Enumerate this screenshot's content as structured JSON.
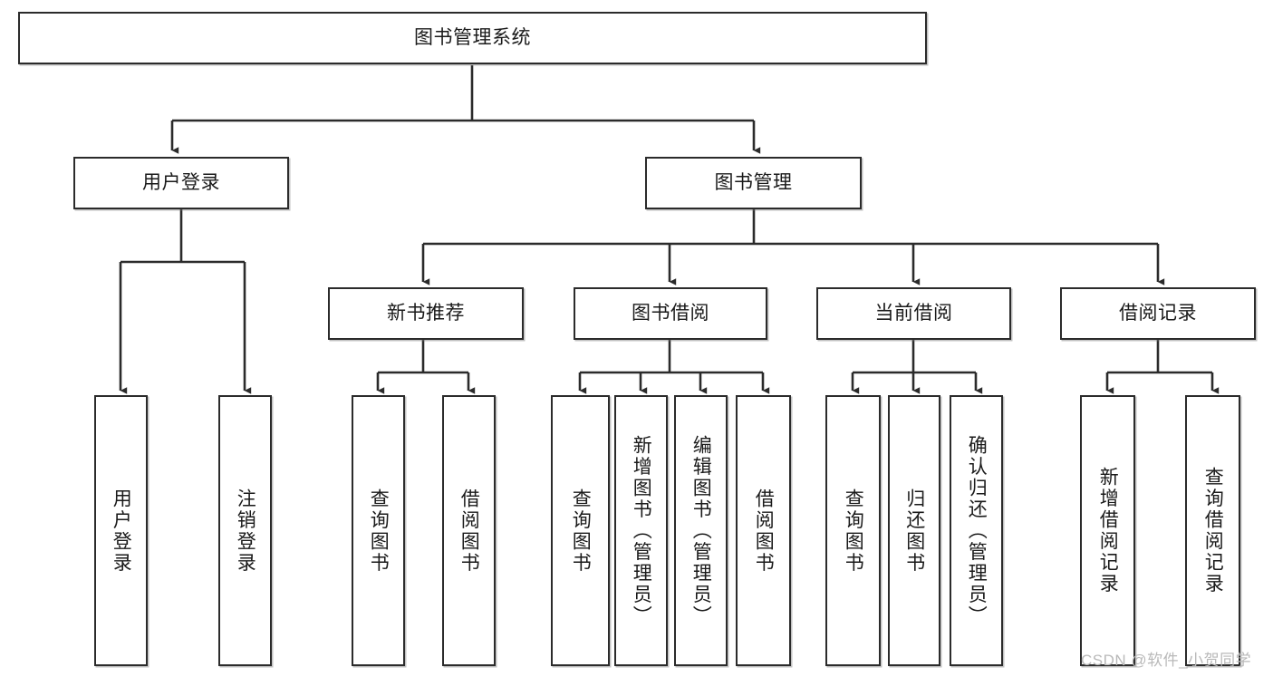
{
  "diagram": {
    "type": "hierarchy-tree",
    "title": "图书管理系统",
    "levels": 4,
    "root": {
      "id": "root",
      "label": "图书管理系统",
      "orientation": "horizontal"
    },
    "level2": [
      {
        "id": "user-login",
        "label": "用户登录",
        "orientation": "horizontal"
      },
      {
        "id": "book-management",
        "label": "图书管理",
        "orientation": "horizontal"
      }
    ],
    "level3": [
      {
        "id": "new-book-recommend",
        "label": "新书推荐",
        "orientation": "horizontal",
        "parent": "book-management"
      },
      {
        "id": "book-borrow",
        "label": "图书借阅",
        "orientation": "horizontal",
        "parent": "book-management"
      },
      {
        "id": "current-borrow",
        "label": "当前借阅",
        "orientation": "horizontal",
        "parent": "book-management"
      },
      {
        "id": "borrow-record",
        "label": "借阅记录",
        "orientation": "horizontal",
        "parent": "book-management"
      }
    ],
    "leaves": [
      {
        "id": "leaf-user-login",
        "label": "用户登录",
        "parent": "user-login",
        "orientation": "vertical"
      },
      {
        "id": "leaf-logout",
        "label": "注销登录",
        "parent": "user-login",
        "orientation": "vertical"
      },
      {
        "id": "leaf-query-book-1",
        "label": "查询图书",
        "parent": "new-book-recommend",
        "orientation": "vertical"
      },
      {
        "id": "leaf-borrow-book-1",
        "label": "借阅图书",
        "parent": "new-book-recommend",
        "orientation": "vertical"
      },
      {
        "id": "leaf-query-book-2",
        "label": "查询图书",
        "parent": "book-borrow",
        "orientation": "vertical"
      },
      {
        "id": "leaf-add-book",
        "label": "新增图书（管理员）",
        "parent": "book-borrow",
        "orientation": "vertical"
      },
      {
        "id": "leaf-edit-book",
        "label": "编辑图书（管理员）",
        "parent": "book-borrow",
        "orientation": "vertical"
      },
      {
        "id": "leaf-borrow-book-2",
        "label": "借阅图书",
        "parent": "book-borrow",
        "orientation": "vertical"
      },
      {
        "id": "leaf-query-book-3",
        "label": "查询图书",
        "parent": "current-borrow",
        "orientation": "vertical"
      },
      {
        "id": "leaf-return-book",
        "label": "归还图书",
        "parent": "current-borrow",
        "orientation": "vertical"
      },
      {
        "id": "leaf-confirm-return",
        "label": "确认归还（管理员）",
        "parent": "current-borrow",
        "orientation": "vertical"
      },
      {
        "id": "leaf-add-record",
        "label": "新增借阅记录",
        "parent": "borrow-record",
        "orientation": "vertical"
      },
      {
        "id": "leaf-query-record",
        "label": "查询借阅记录",
        "parent": "borrow-record",
        "orientation": "vertical"
      }
    ],
    "colors": {
      "stroke": "#2b2b2b",
      "text": "#1a1a1a",
      "background": "#ffffff",
      "watermark": "#b9b9b9"
    }
  },
  "watermark": {
    "text": "CSDN @软件_小贺同学"
  }
}
